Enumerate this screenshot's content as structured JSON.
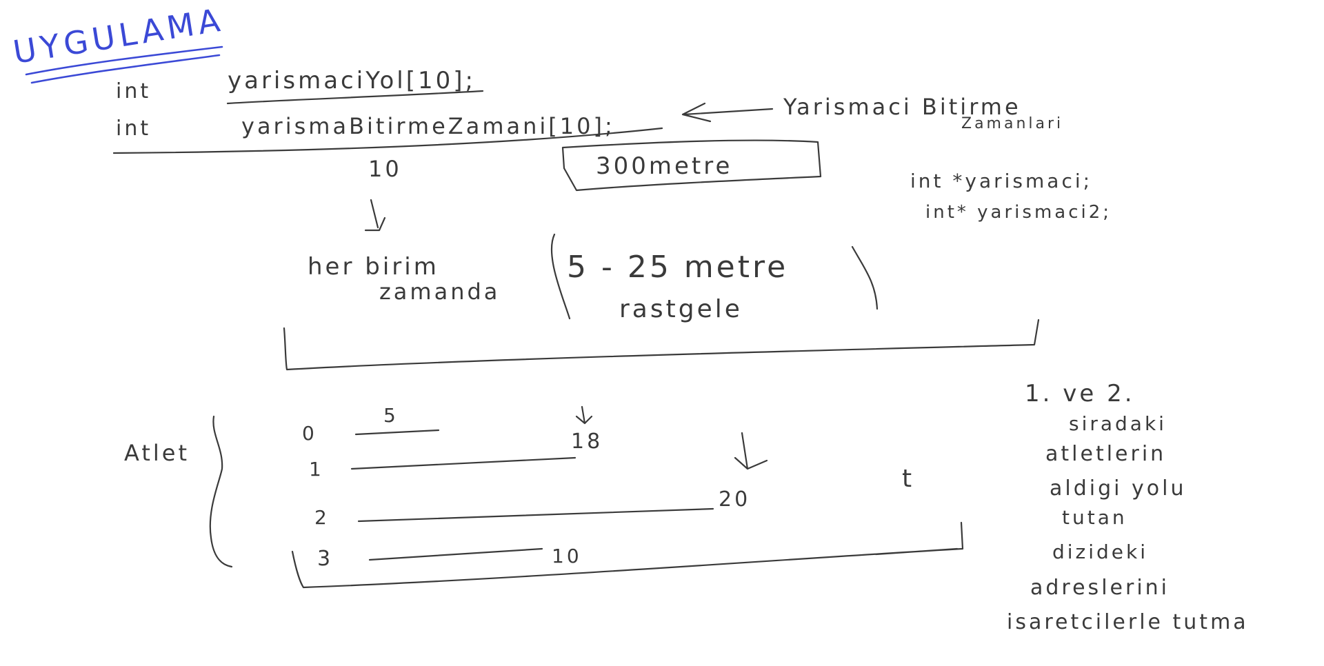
{
  "title": "UYGULAMA",
  "code": {
    "line1_type": "int",
    "line1_decl": "yarismaciYol[10];",
    "line2_type": "int",
    "line2_decl": "yarismaBitirmeZamani[10];",
    "line2_note": "Yarismaci Bitirme",
    "line2_note_2": "Zamanlari"
  },
  "params": {
    "count": "10",
    "distance": "300metre",
    "unit_time_1": "her birim",
    "unit_time_2": "zamanda",
    "random_range": "5 - 25 metre",
    "random_word": "rastgele"
  },
  "pointers": {
    "line1": "int *yarismaci;",
    "line2": "int*  yarismaci2;"
  },
  "race": {
    "label": "Atlet",
    "rows": [
      {
        "index": "0",
        "mark": "5"
      },
      {
        "index": "1",
        "mark": "18"
      },
      {
        "index": "2",
        "mark": "20"
      },
      {
        "index": "3",
        "mark": "10"
      }
    ],
    "time_symbol": "t"
  },
  "note": {
    "line1": "1. ve 2.",
    "line2": "siradaki",
    "line3": "atletlerin",
    "line4": "aldigi yolu",
    "line5": "tutan",
    "line6": "dizideki",
    "line7": "adreslerini",
    "line8": "isaretcilerle tutma"
  },
  "colors": {
    "ink": "#3a3a3a",
    "title": "#3b49d6",
    "background": "#ffffff"
  }
}
